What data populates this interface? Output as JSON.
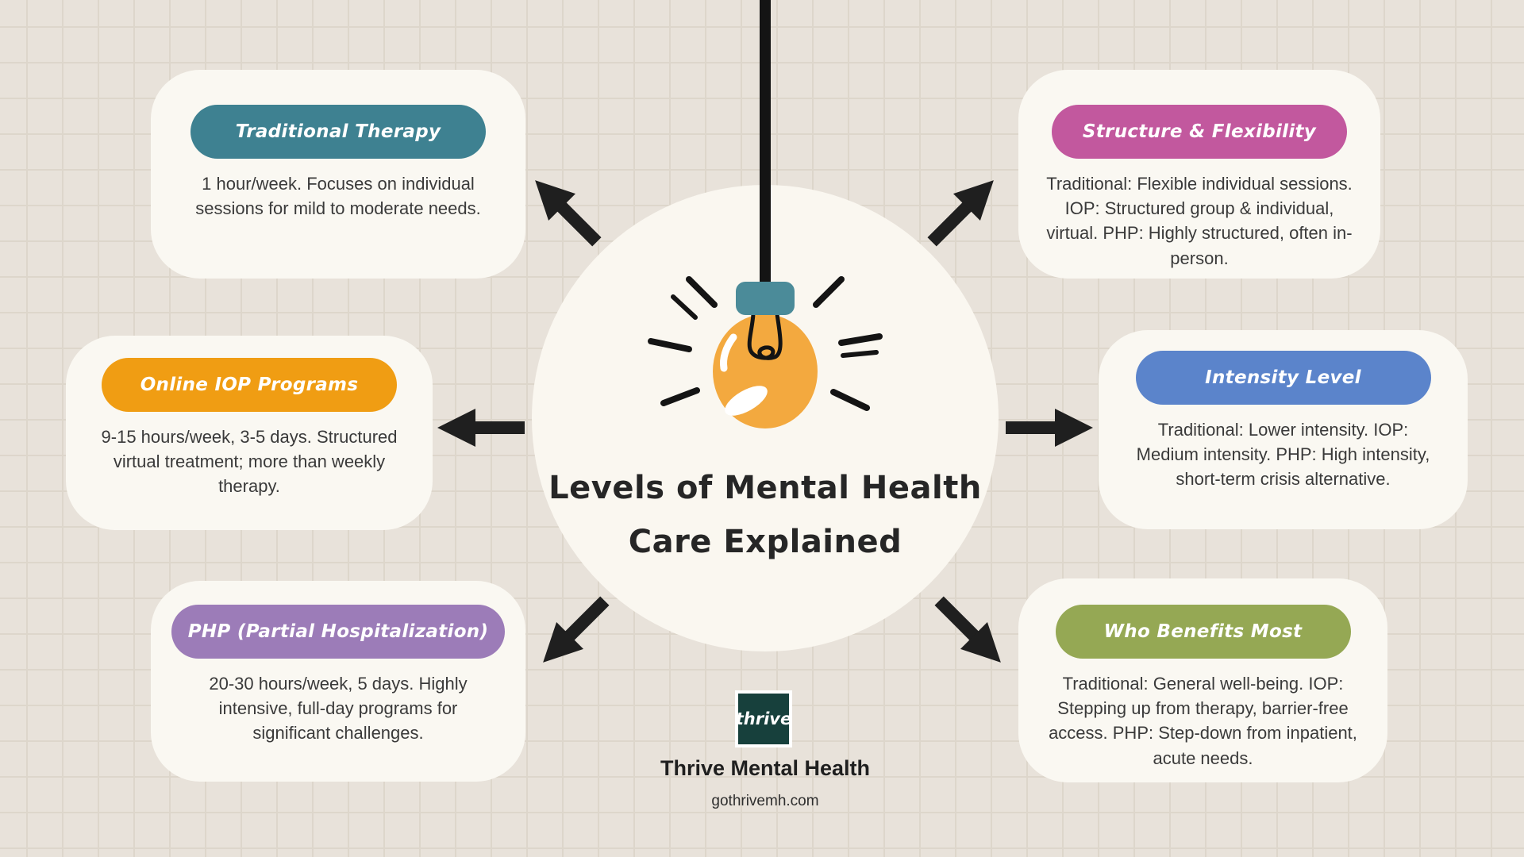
{
  "page": {
    "background_color": "#e8e2da",
    "grid_color": "#ddd6cb",
    "card_color": "#faf8f2"
  },
  "center": {
    "title_line1": "Levels of Mental Health",
    "title_line2": "Care Explained",
    "circle_color": "#faf7f0",
    "bulb": {
      "bulb_color": "#f3a93f",
      "socket_color": "#4b8b99",
      "cord_color": "#141414"
    }
  },
  "arrow_color": "#1f1f1f",
  "cards": [
    {
      "id": "traditional-therapy",
      "title": "Traditional Therapy",
      "accent_color": "#3e8191",
      "body": "1 hour/week. Focuses on individual sessions for mild to moderate needs."
    },
    {
      "id": "online-iop-programs",
      "title": "Online IOP Programs",
      "accent_color": "#f09d13",
      "body": "9-15 hours/week, 3-5 days. Structured virtual treatment; more than weekly therapy."
    },
    {
      "id": "php-partial-hospitalization",
      "title": "PHP (Partial Hospitalization)",
      "accent_color": "#9c7cb8",
      "body": "20-30 hours/week, 5 days. Highly intensive, full-day programs for significant challenges."
    },
    {
      "id": "structure-flexibility",
      "title": "Structure & Flexibility",
      "accent_color": "#c2589e",
      "body": "Traditional: Flexible individual sessions. IOP: Structured group & individual, virtual. PHP: Highly structured, often in-person."
    },
    {
      "id": "intensity-level",
      "title": "Intensity Level",
      "accent_color": "#5b84cb",
      "body": "Traditional: Lower intensity. IOP: Medium intensity. PHP: High intensity, short-term crisis alternative."
    },
    {
      "id": "who-benefits-most",
      "title": "Who Benefits Most",
      "accent_color": "#95a854",
      "body": "Traditional: General well-being. IOP: Stepping up from therapy, barrier-free access. PHP: Step-down from inpatient, acute needs."
    }
  ],
  "footer": {
    "logo_text": "thrive",
    "logo_color": "#17403c",
    "org_name": "Thrive Mental Health",
    "website": "gothrivemh.com"
  }
}
